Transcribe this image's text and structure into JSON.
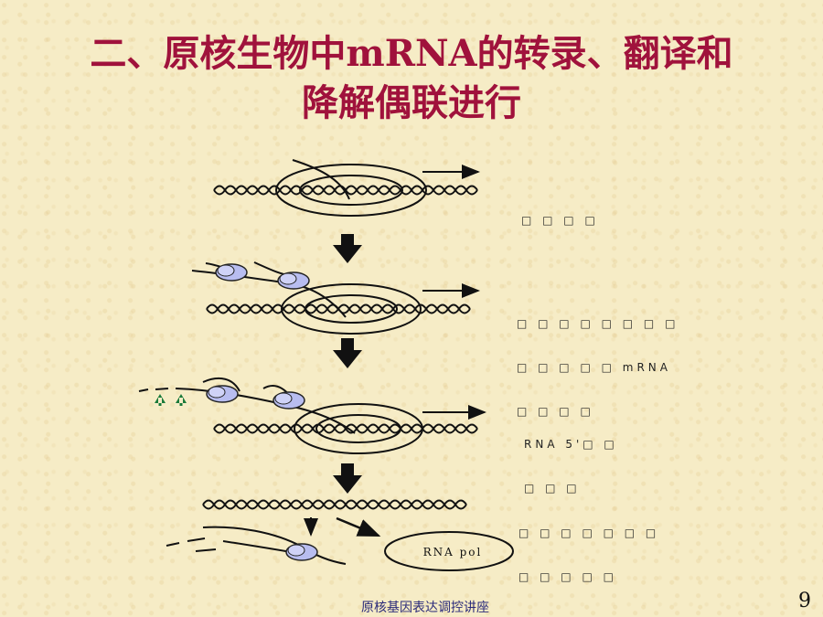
{
  "slide": {
    "title_line1": "二、原核生物中mRNA的转录、翻译和",
    "title_line2": "降解偶联进行",
    "page_number": "9",
    "footer": "原核基因表达调控讲座"
  },
  "diagram": {
    "captions": [
      {
        "line1": "□ □ □ □",
        "line2": "",
        "line3": ""
      },
      {
        "line1": "□ □ □ □ □ □ □ □",
        "line2": "□ □ □ □ □ mRNA",
        "line3": "□ □ □ □"
      },
      {
        "line1": "RNA 5'□ □",
        "line2": "□ □ □",
        "line3": ""
      },
      {
        "line1": "□ □ □ □ □ □ □",
        "line2": "□ □ □ □ □",
        "line3": ""
      }
    ],
    "enzyme_label": "RNA pol"
  }
}
